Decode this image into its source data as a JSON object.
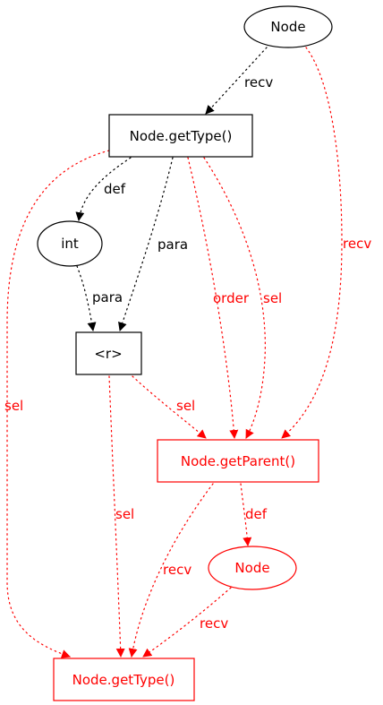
{
  "colors": {
    "black": "#000000",
    "red": "#ff0000"
  },
  "nodes": {
    "node_top": {
      "label": "Node",
      "shape": "ellipse",
      "color": "black"
    },
    "gettype_top": {
      "label": "Node.getType()",
      "shape": "box",
      "color": "black"
    },
    "int": {
      "label": "int",
      "shape": "ellipse",
      "color": "black"
    },
    "r": {
      "label": "<r>",
      "shape": "box",
      "color": "black"
    },
    "getparent": {
      "label": "Node.getParent()",
      "shape": "box",
      "color": "red"
    },
    "node_red": {
      "label": "Node",
      "shape": "ellipse",
      "color": "red"
    },
    "gettype_bottom": {
      "label": "Node.getType()",
      "shape": "box",
      "color": "red"
    }
  },
  "edges": {
    "recv1": {
      "label": "recv",
      "from": "Node",
      "to": "Node.getType()",
      "color": "black"
    },
    "def1": {
      "label": "def",
      "from": "Node.getType()",
      "to": "int",
      "color": "black"
    },
    "para1": {
      "label": "para",
      "from": "Node.getType()",
      "to": "<r>",
      "color": "black"
    },
    "para2": {
      "label": "para",
      "from": "int",
      "to": "<r>",
      "color": "black"
    },
    "recv2": {
      "label": "recv",
      "from": "Node",
      "to": "Node.getParent()",
      "color": "red"
    },
    "order": {
      "label": "order",
      "from": "Node.getType()",
      "to": "Node.getParent()",
      "color": "red"
    },
    "sel1": {
      "label": "sel",
      "from": "Node.getType()",
      "to": "Node.getParent()",
      "color": "red"
    },
    "sel2": {
      "label": "sel",
      "from": "<r>",
      "to": "Node.getParent()",
      "color": "red"
    },
    "sel3": {
      "label": "sel",
      "from": "Node.getType()",
      "to": "Node.getType()",
      "color": "red"
    },
    "sel4": {
      "label": "sel",
      "from": "<r>",
      "to": "Node.getType()",
      "color": "red"
    },
    "def2": {
      "label": "def",
      "from": "Node.getParent()",
      "to": "Node",
      "color": "red"
    },
    "recv3": {
      "label": "recv",
      "from": "Node.getParent()",
      "to": "Node.getType()",
      "color": "red"
    },
    "recv4": {
      "label": "recv",
      "from": "Node",
      "to": "Node.getType()",
      "color": "red"
    }
  }
}
